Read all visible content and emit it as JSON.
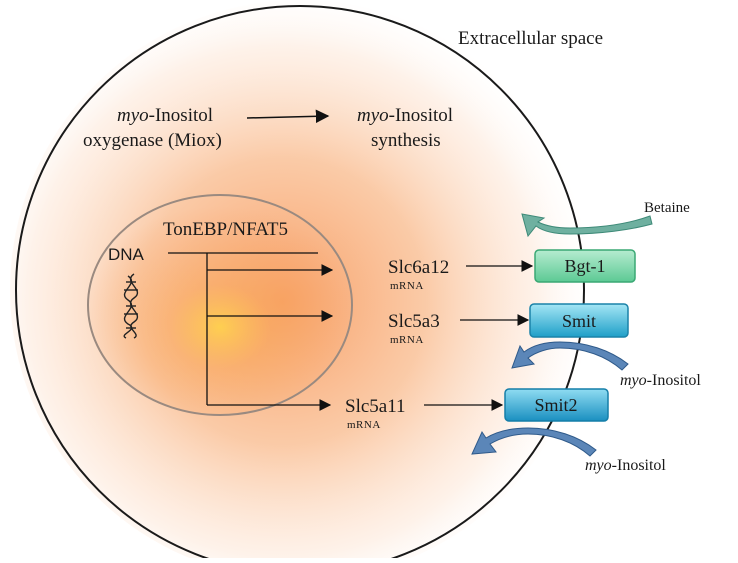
{
  "extracellular_label": "Extracellular space",
  "miox": {
    "line1_italic": "myo",
    "line1_rest": "-Inositol",
    "line2": "oxygenase (Miox)"
  },
  "synthesis": {
    "line1_italic": "myo",
    "line1_rest": "-Inositol",
    "line2": "synthesis"
  },
  "nucleus": {
    "factor": "TonEBP/NFAT5",
    "dna_label": "DNA"
  },
  "genes": [
    {
      "name": "Slc6a12",
      "sub": "mRNA"
    },
    {
      "name": "Slc5a3",
      "sub": "mRNA"
    },
    {
      "name": "Slc5a11",
      "sub": "mRNA"
    }
  ],
  "transporters": [
    {
      "label": "Bgt-1",
      "color": "#7fd7a8"
    },
    {
      "label": "Smit",
      "color": "#3fb8d8"
    },
    {
      "label": "Smit2",
      "color": "#2aa8d8"
    }
  ],
  "substrates": {
    "betaine": "Betaine",
    "myo_inositol_1_italic": "myo",
    "myo_inositol_1_rest": "-Inositol",
    "myo_inositol_2_italic": "myo",
    "myo_inositol_2_rest": "-Inositol"
  },
  "colors": {
    "cell_outline": "#1a1a1a",
    "cytoplasm_glow": "#f7a46a",
    "nucleus_outline": "#9a8a80",
    "betaine_arrow": "#4f9a8a",
    "inositol_arrow": "#2f5a8a"
  }
}
